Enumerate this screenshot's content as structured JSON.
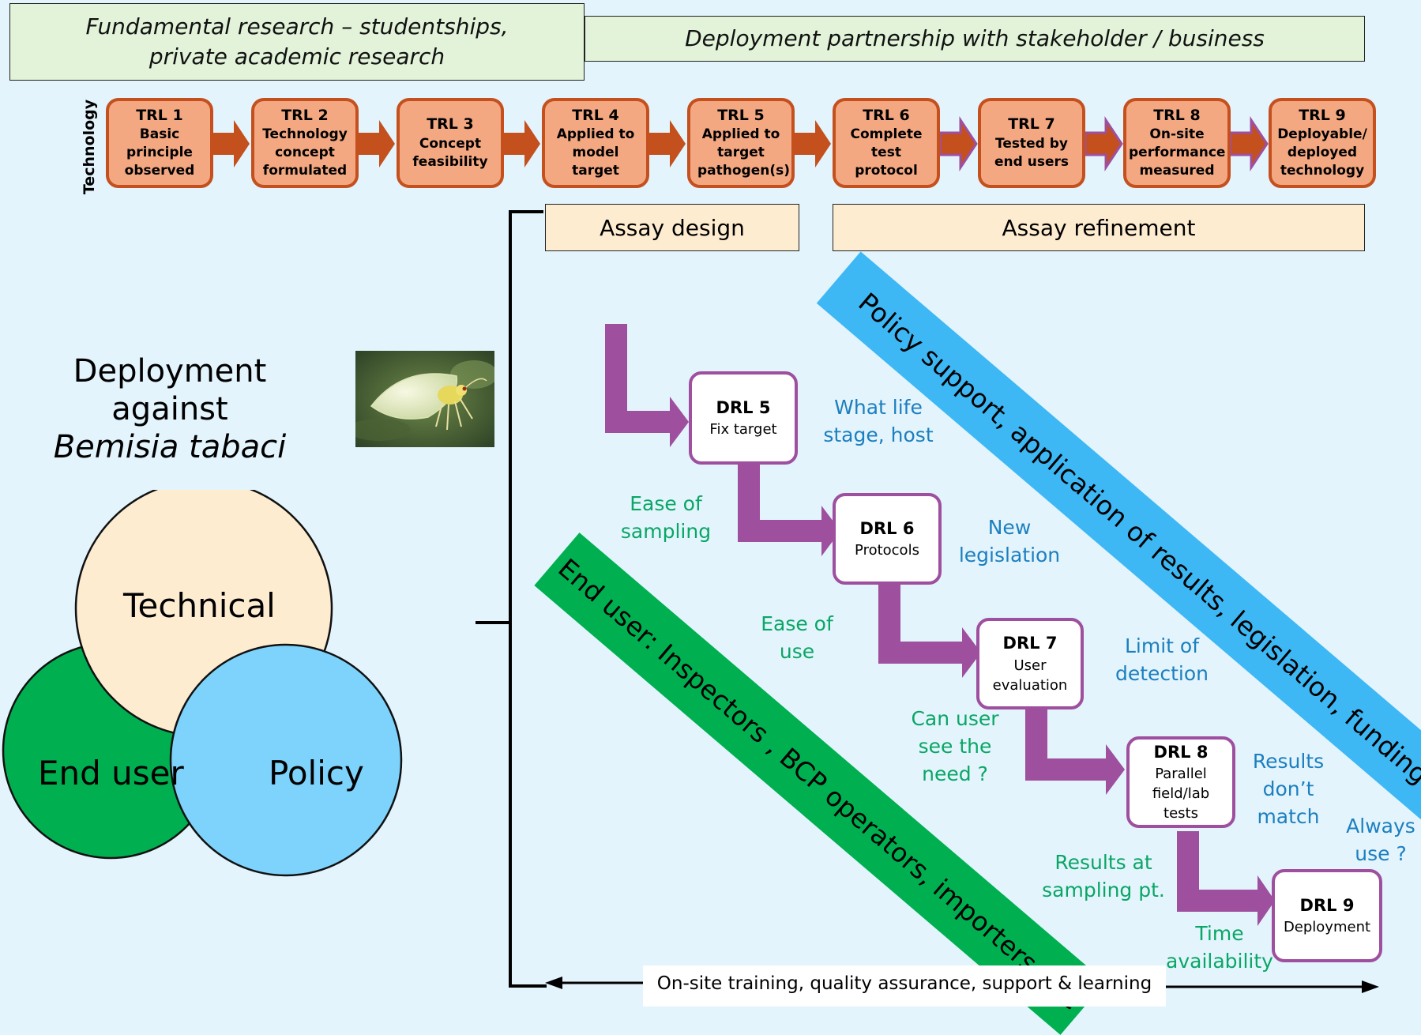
{
  "header": {
    "fundamental": "Fundamental research – studentships, private academic research",
    "deployment": "Deployment partnership with stakeholder / business"
  },
  "technology_label": "Technology",
  "trl": [
    {
      "title": "TRL 1",
      "desc": "Basic principle observed"
    },
    {
      "title": "TRL 2",
      "desc": "Technology concept formulated"
    },
    {
      "title": "TRL 3",
      "desc": "Concept feasibility"
    },
    {
      "title": "TRL 4",
      "desc": "Applied to model target"
    },
    {
      "title": "TRL 5",
      "desc": "Applied to target pathogen(s)"
    },
    {
      "title": "TRL 6",
      "desc": "Complete test protocol"
    },
    {
      "title": "TRL 7",
      "desc": "Tested by end users"
    },
    {
      "title": "TRL 8",
      "desc": "On-site performance measured"
    },
    {
      "title": "TRL 9",
      "desc": "Deployable/ deployed technology"
    }
  ],
  "assay": {
    "design": "Assay design",
    "refinement": "Assay refinement"
  },
  "deployment_title": {
    "line1": "Deployment against",
    "line2": "Bemisia tabaci"
  },
  "venn": {
    "technical": "Technical",
    "end_user": "End user",
    "policy": "Policy"
  },
  "banners": {
    "policy": "Policy  support, application of results, legislation, funding",
    "end_user": "End user: Inspectors , BCP operators, importers, etc"
  },
  "drl": [
    {
      "title": "DRL 5",
      "desc": "Fix target"
    },
    {
      "title": "DRL 6",
      "desc": "Protocols"
    },
    {
      "title": "DRL 7",
      "desc": "User evaluation"
    },
    {
      "title": "DRL 8",
      "desc": "Parallel field/lab tests"
    },
    {
      "title": "DRL 9",
      "desc": "Deployment"
    }
  ],
  "green_notes": [
    "Ease of sampling",
    "Ease of use",
    "Can user see the need ?",
    "Results at sampling pt.",
    "Time availability"
  ],
  "blue_notes": [
    "What life stage, host",
    "New legislation",
    "Limit of detection",
    "Results don’t match",
    "Always use ?"
  ],
  "footer": "On-site training, quality assurance, support & learning",
  "colors": {
    "background": "#e3f4fd",
    "trl_fill": "#f3a882",
    "trl_border": "#c4501e",
    "drl_border": "#9e4f9e",
    "green": "#00b050",
    "blue": "#3db8f5",
    "beige": "#fdecd0"
  }
}
